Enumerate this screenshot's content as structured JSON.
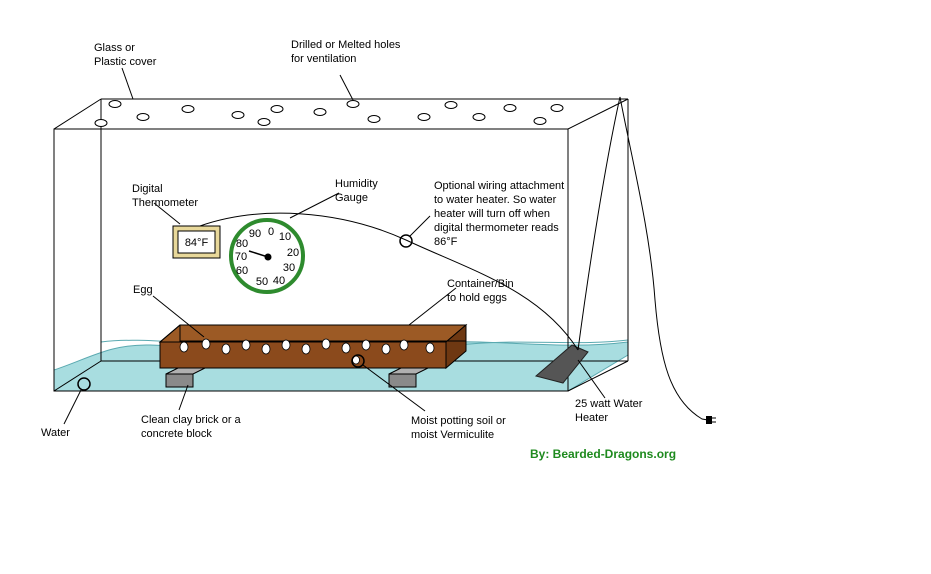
{
  "labels": {
    "cover": [
      "Glass or",
      "Plastic cover"
    ],
    "holes": [
      "Drilled or Melted holes",
      "for ventilation"
    ],
    "digital_thermometer": [
      "Digital",
      "Thermometer"
    ],
    "humidity_gauge": [
      "Humidity",
      "Gauge"
    ],
    "wiring": [
      "Optional wiring attachment",
      "to water heater. So water",
      "heater will turn off when",
      "digital thermometer reads",
      "86°F"
    ],
    "egg": [
      "Egg"
    ],
    "container": [
      "Container/Bin",
      "to hold eggs"
    ],
    "water": [
      "Water"
    ],
    "brick": [
      "Clean clay brick or a",
      "concrete block"
    ],
    "soil": [
      "Moist potting soil or",
      "moist Vermiculite"
    ],
    "heater": [
      "25 watt Water",
      "Heater"
    ]
  },
  "thermometer_reading": "84°F",
  "gauge_numbers": [
    "90",
    "0",
    "10",
    "80",
    "20",
    "70",
    "30",
    "60",
    "50",
    "40"
  ],
  "credit": "By: Bearded-Dragons.org",
  "colors": {
    "water": "#a8dde0",
    "soil": "#8b4a1c",
    "gauge_ring": "#2e8b2e",
    "brick": "#888888",
    "thermometer_frame": "#d9c48a",
    "credit": "#1e8a1e"
  }
}
